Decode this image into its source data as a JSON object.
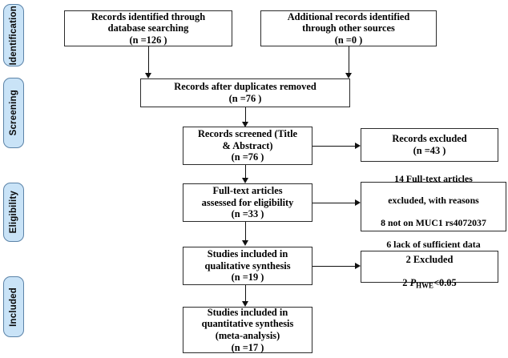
{
  "diagram": {
    "title": "PRISMA flow diagram",
    "type": "flowchart",
    "background_color": "#ffffff",
    "box_border_color": "#2b2b2b",
    "tab_fill_color": "#c9e3f7",
    "tab_border_color": "#5b83a8",
    "connector_color": "#111111"
  },
  "phases": [
    {
      "id": "identification",
      "label": "Identification"
    },
    {
      "id": "screening",
      "label": "Screening"
    },
    {
      "id": "eligibility",
      "label": "Eligibility"
    },
    {
      "id": "included",
      "label": "Included"
    }
  ],
  "boxes": {
    "records_identified": {
      "text": "Records identified through\ndatabase searching\n(n =126   )",
      "n": 126
    },
    "additional_records": {
      "text": "Additional records identified\nthrough other sources\n(n =0   )",
      "n": 0
    },
    "duplicates_removed": {
      "text": "Records after duplicates removed\n(n =76   )",
      "n": 76
    },
    "records_screened": {
      "text": "Records screened (Title\n& Abstract)\n(n =76   )",
      "n": 76
    },
    "records_excluded": {
      "text": "Records excluded\n(n =43   )",
      "n": 43
    },
    "fulltext_assessed": {
      "text": "Full-text articles\nassessed for eligibility\n(n =33   )",
      "n": 33
    },
    "fulltext_excluded": {
      "line1": "14 Full-text articles",
      "line2": "excluded, with reasons",
      "line3": "8 not on MUC1 rs4072037",
      "line4": "6 lack of sufficient data"
    },
    "qualitative_synthesis": {
      "text": "Studies included in\nqualitative synthesis\n(n =19  )",
      "n": 19
    },
    "hwe_excluded": {
      "line1": "2 Excluded",
      "line2_prefix": "2 ",
      "line2_p": "P",
      "line2_sub": "HWE",
      "line2_suffix": "<0.05"
    },
    "quantitative_synthesis": {
      "text": "Studies included in\nquantitative synthesis\n(meta-analysis)\n(n =17   )",
      "n": 17
    }
  }
}
